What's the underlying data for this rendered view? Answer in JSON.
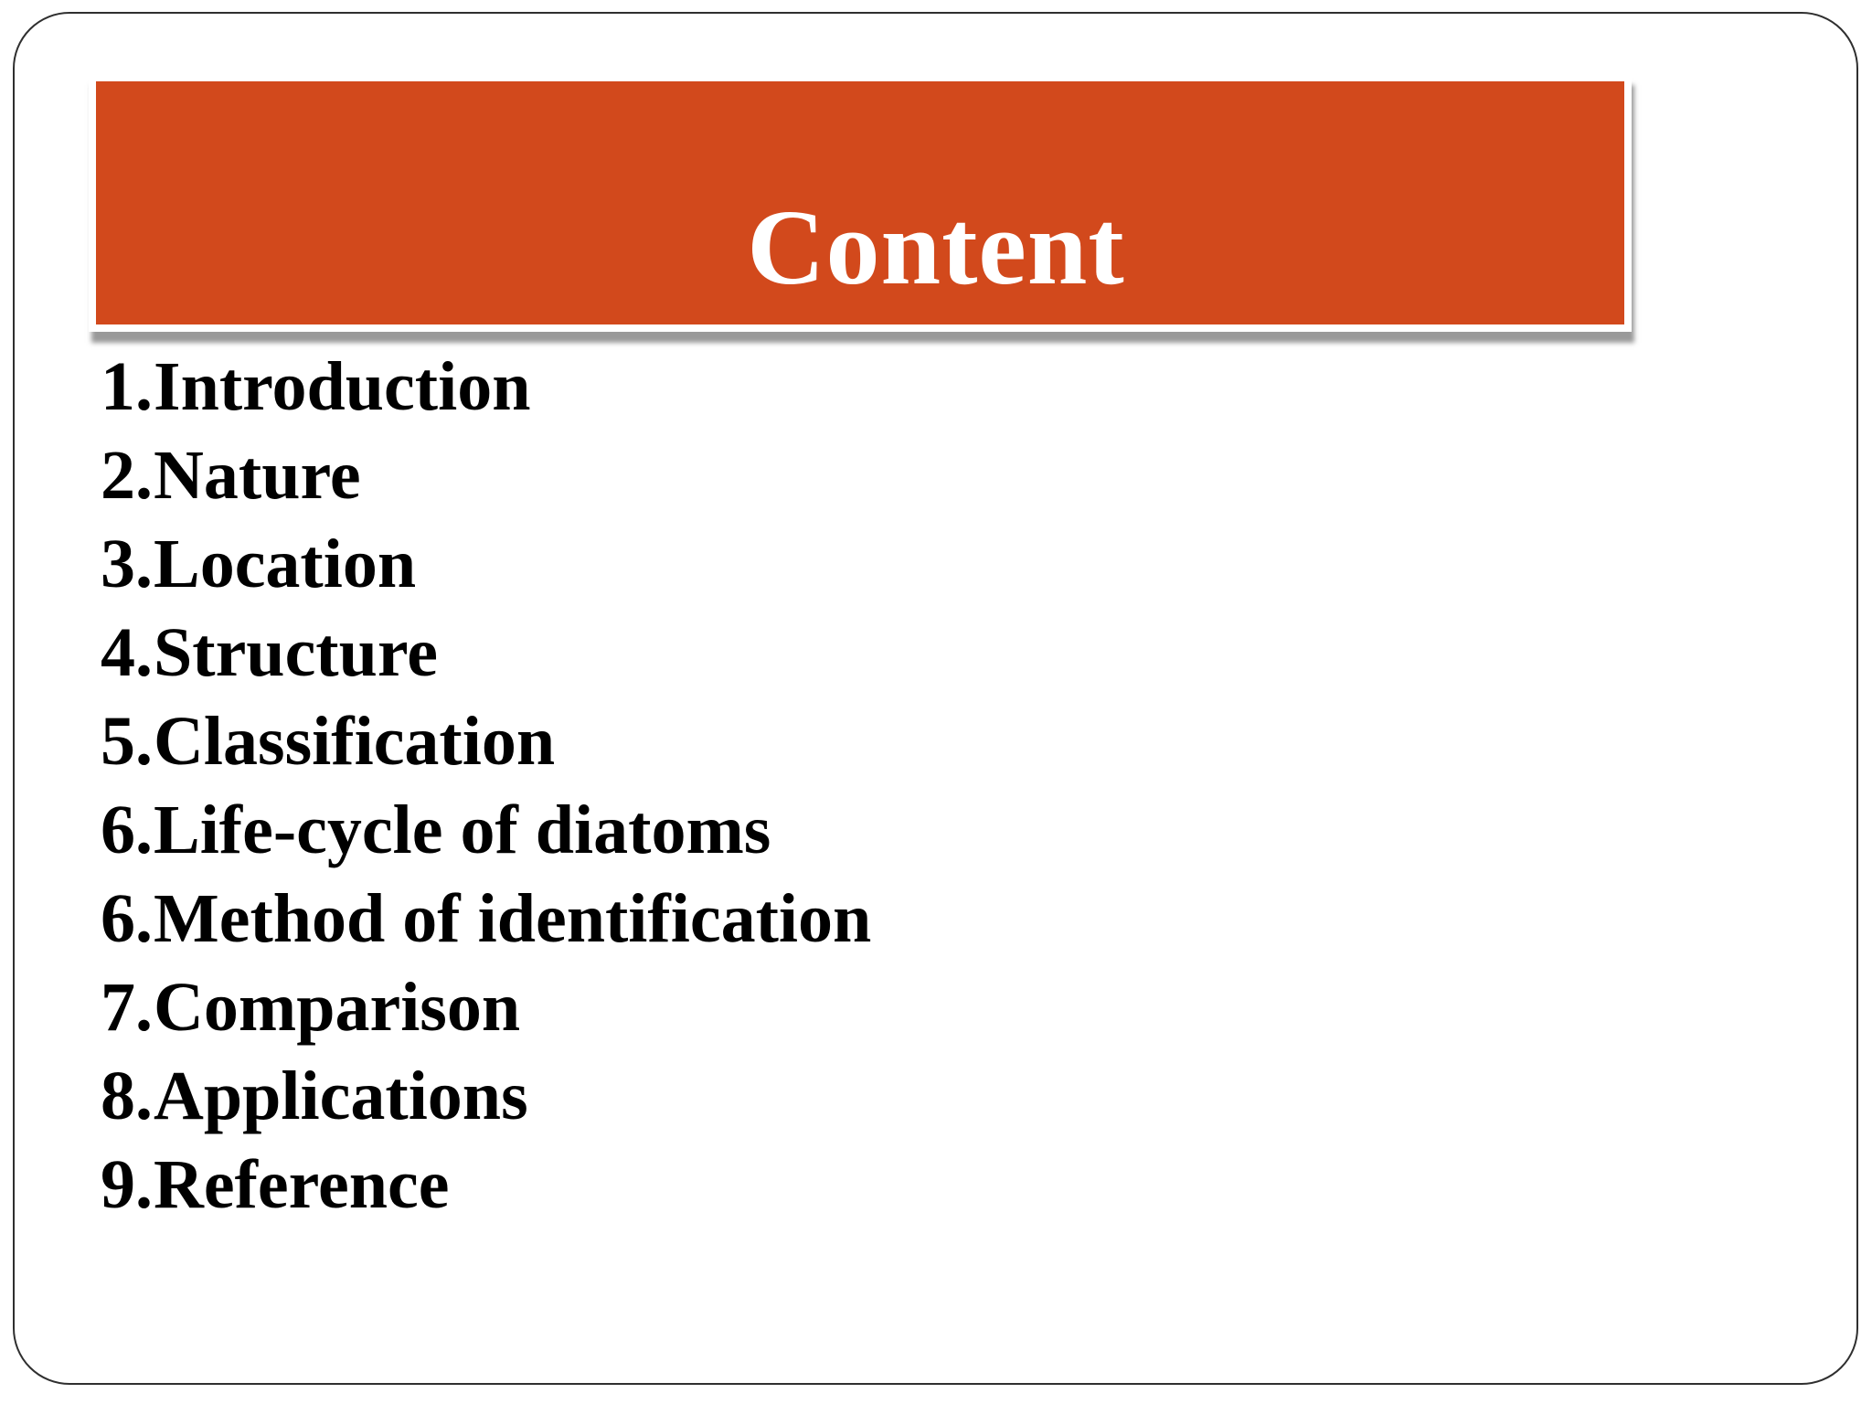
{
  "slide": {
    "title": "Content",
    "colors": {
      "banner_bg": "#D2491C",
      "banner_text": "#FFFFFF",
      "body_text": "#000000",
      "frame_border": "#2F2F2F",
      "shadow": "#A0A0A0"
    }
  },
  "toc": {
    "items": [
      {
        "number": "1.",
        "label": "Introduction"
      },
      {
        "number": "2.",
        "label": "Nature"
      },
      {
        "number": "3.",
        "label": "Location"
      },
      {
        "number": "4.",
        "label": "Structure"
      },
      {
        "number": "5.",
        "label": "Classification"
      },
      {
        "number": "6.",
        "label": "Life-cycle of diatoms"
      },
      {
        "number": "6.",
        "label": "Method of identification"
      },
      {
        "number": "7.",
        "label": "Comparison"
      },
      {
        "number": "8.",
        "label": "Applications"
      },
      {
        "number": "9.",
        "label": "Reference"
      }
    ]
  }
}
